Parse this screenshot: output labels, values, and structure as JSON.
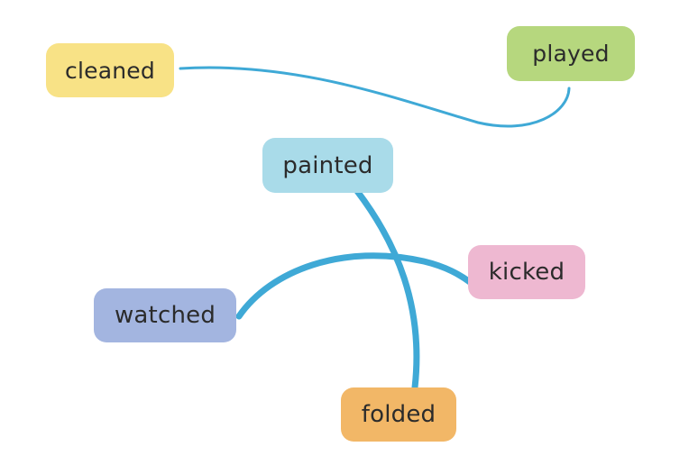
{
  "words": [
    {
      "id": "cleaned",
      "label": "cleaned",
      "color": "#f8e286"
    },
    {
      "id": "played",
      "label": "played",
      "color": "#b6d77e"
    },
    {
      "id": "painted",
      "label": "painted",
      "color": "#a9dbe9"
    },
    {
      "id": "kicked",
      "label": "kicked",
      "color": "#eeb8d1"
    },
    {
      "id": "watched",
      "label": "watched",
      "color": "#a3b5e0"
    },
    {
      "id": "folded",
      "label": "folded",
      "color": "#f2b767"
    }
  ],
  "connections": [
    {
      "from": "cleaned",
      "to": "played",
      "color": "#3fa9d6"
    },
    {
      "from": "painted",
      "to": "folded",
      "color": "#3fa9d6"
    },
    {
      "from": "watched",
      "to": "kicked",
      "color": "#3fa9d6"
    }
  ]
}
